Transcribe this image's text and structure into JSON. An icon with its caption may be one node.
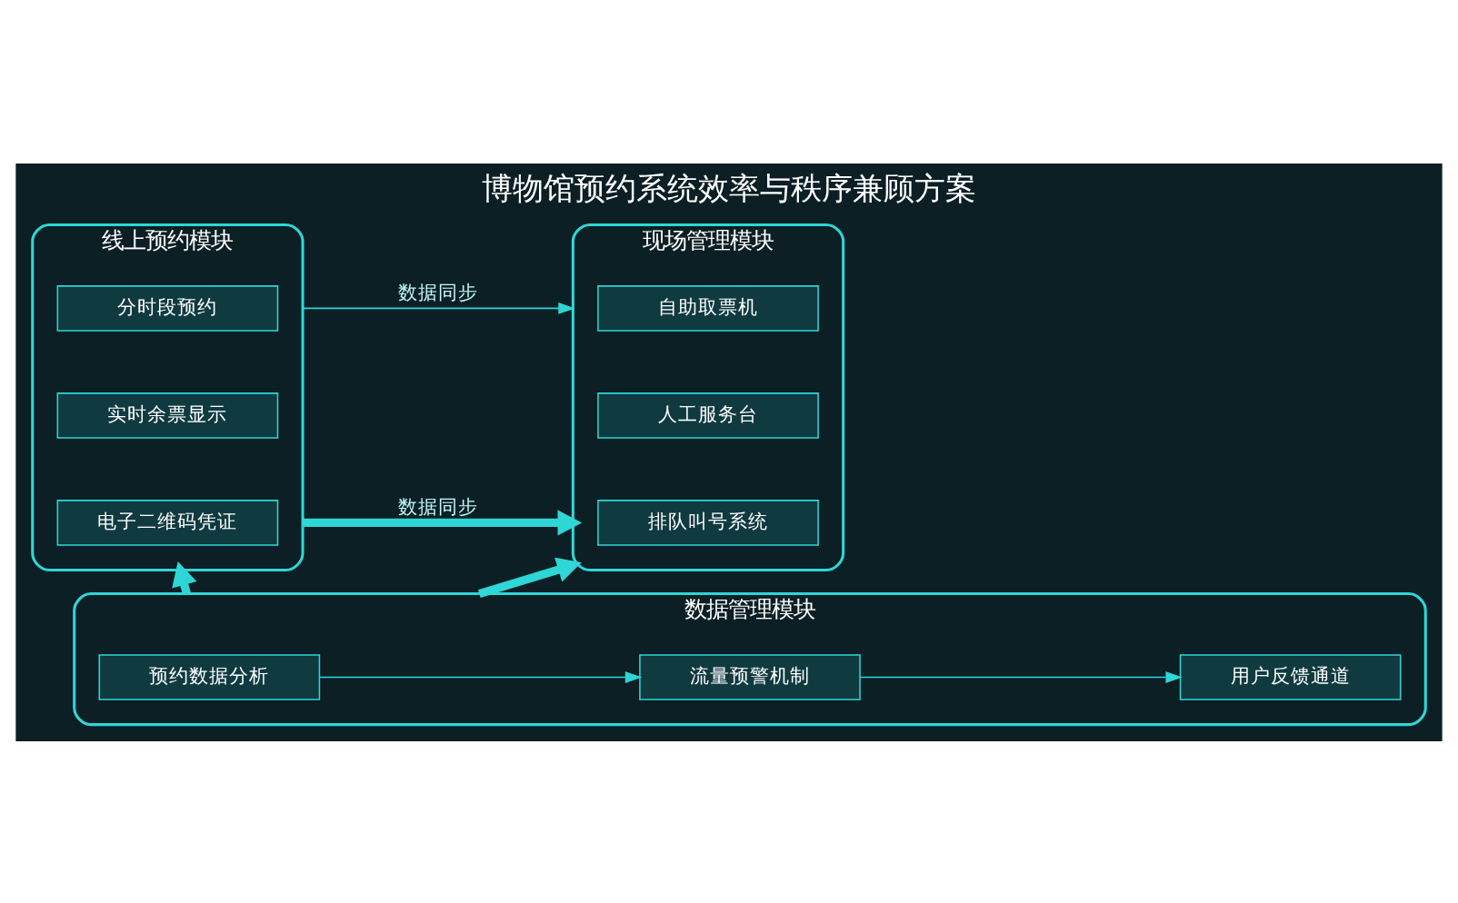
{
  "diagram": {
    "title": "博物馆预约系统效率与秩序兼顾方案",
    "nodes": [
      {
        "text": [
          "线上预约模块"
        ]
      },
      {
        "text": [
          "分时段预约"
        ],
        "in": 0
      },
      {
        "text": [
          "实时余票显示"
        ],
        "in": 0
      },
      {
        "text": [
          "电子二维码凭证"
        ],
        "in": 0
      },
      {
        "text": [
          "现场管理模块"
        ]
      },
      {
        "text": [
          "自助取票机"
        ],
        "in": 4
      },
      {
        "text": [
          "人工服务台"
        ],
        "in": 4
      },
      {
        "text": [
          "排队叫号系统"
        ],
        "in": 4
      },
      {
        "text": [
          "数据管理模块"
        ]
      },
      {
        "text": [
          "预约数据分析"
        ],
        "in": 8
      },
      {
        "text": [
          "流量预警机制"
        ],
        "in": 8
      },
      {
        "text": [
          "用户反馈通道"
        ],
        "in": 8
      }
    ],
    "edges": [
      {
        "from": 0,
        "to": 4,
        "arrow": "to",
        "label": "数据同步"
      },
      {
        "from": 0,
        "to": 4,
        "arrow": "to",
        "label": "数据同步",
        "style": "thick"
      },
      {
        "from": 8,
        "to": 0,
        "arrow": "to",
        "style": "thick"
      },
      {
        "from": 8,
        "to": 4,
        "arrow": "to",
        "style": "thick"
      },
      {
        "from": 9,
        "to": 10,
        "arrow": "to"
      },
      {
        "from": 10,
        "to": 11,
        "arrow": "to"
      }
    ]
  }
}
